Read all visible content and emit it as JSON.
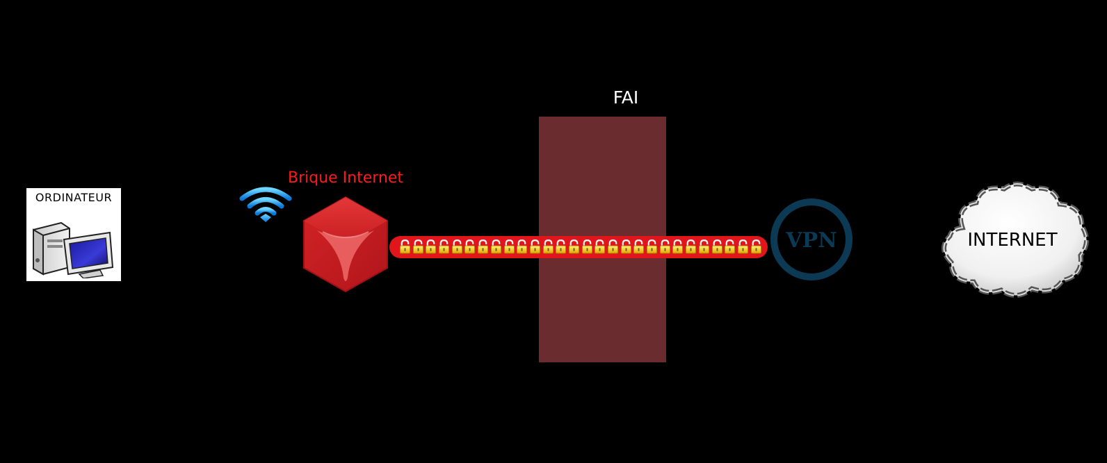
{
  "computer": {
    "label": "ORDINATEUR"
  },
  "brique": {
    "label": "Brique Internet",
    "color": "#ff1a1a"
  },
  "fai": {
    "label": "FAI",
    "color": "#6b2c2f"
  },
  "tunnel": {
    "color": "#e0161c",
    "lock_count": 28,
    "lock_icon": "padlock-icon"
  },
  "vpn": {
    "label": "VPN",
    "color": "#0c3a55"
  },
  "internet": {
    "label": "INTERNET"
  },
  "icons": {
    "wifi": "wifi-icon",
    "computer": "computer-icon",
    "cube": "cube-icon",
    "cloud": "cloud-icon"
  }
}
